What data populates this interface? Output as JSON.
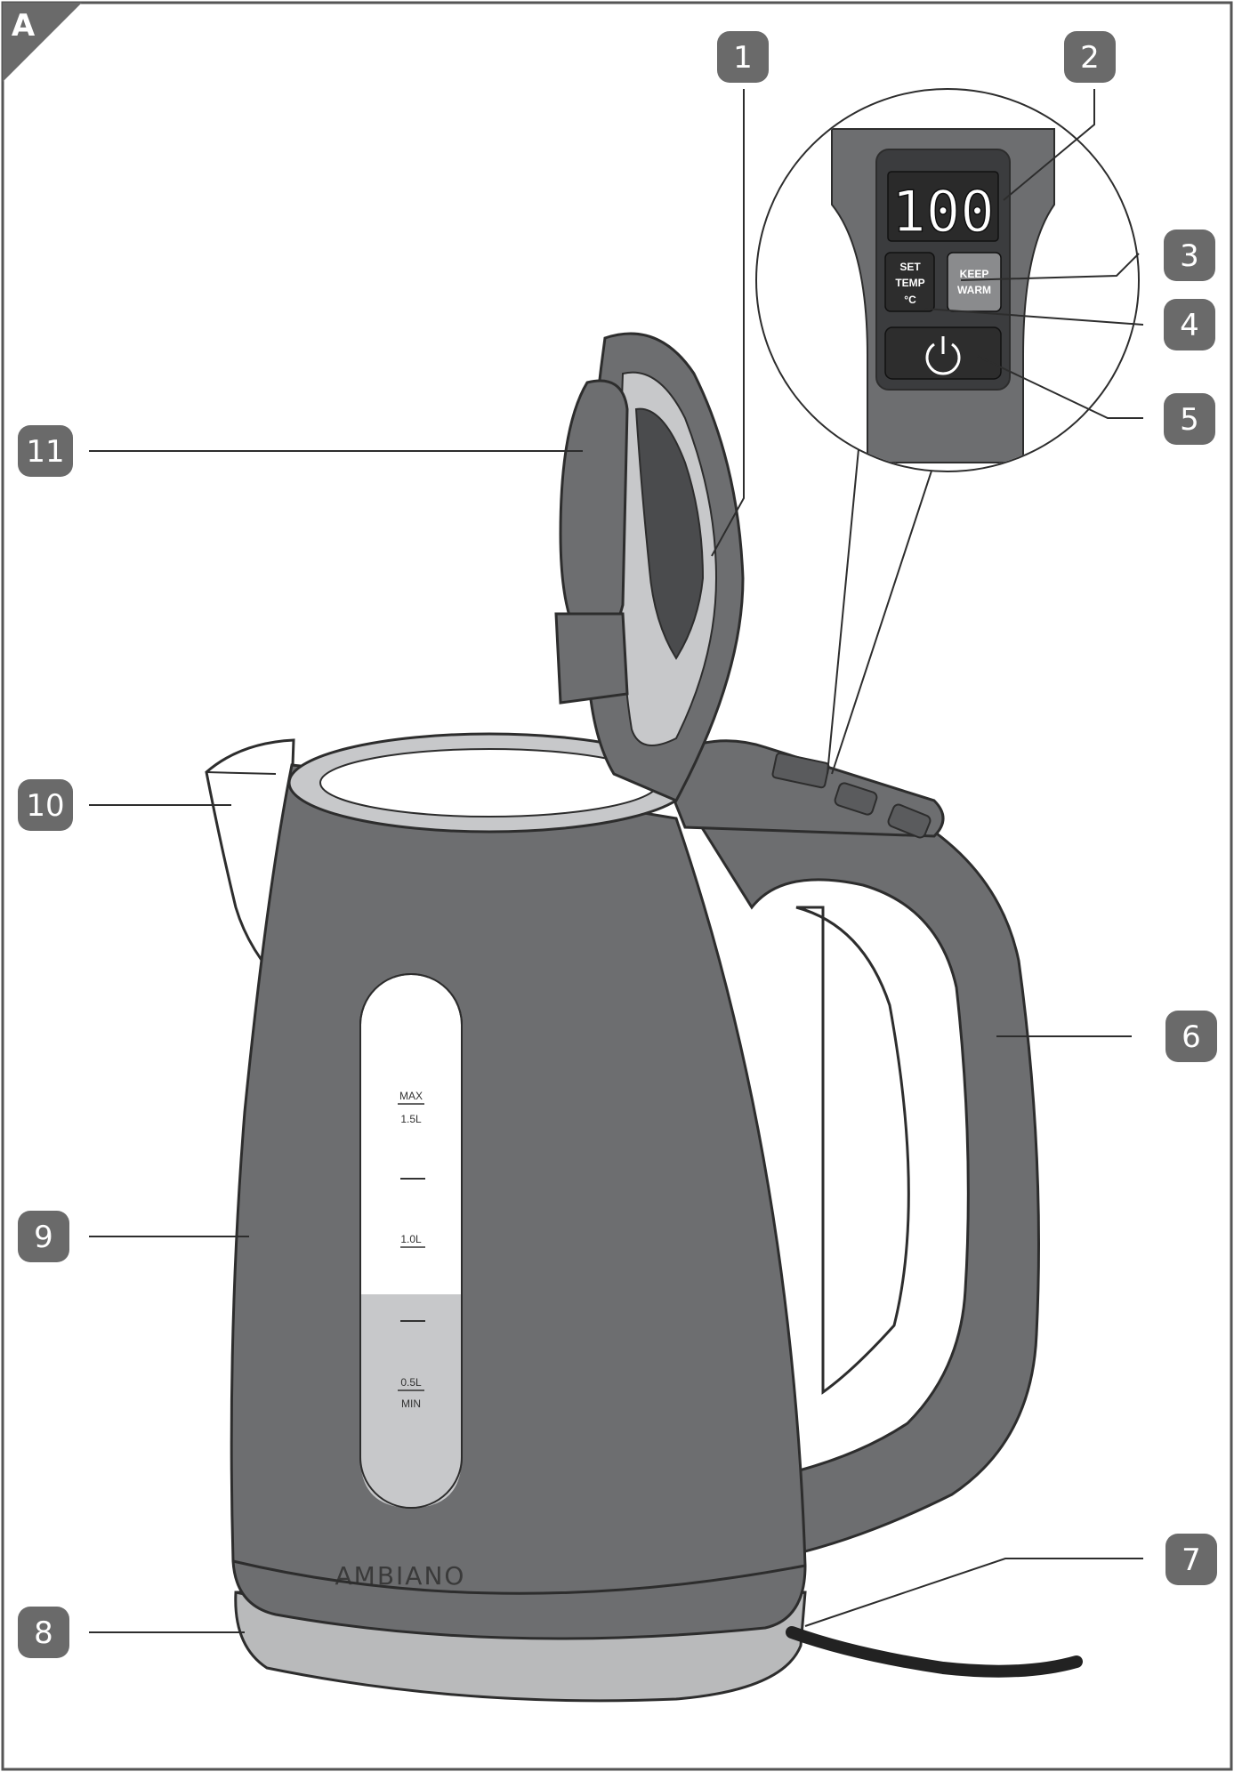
{
  "figure_letter": "A",
  "callouts": [
    "1",
    "2",
    "3",
    "4",
    "5",
    "6",
    "7",
    "8",
    "9",
    "10",
    "11"
  ],
  "display": {
    "value": "100"
  },
  "buttons": {
    "set_temp_line1": "SET",
    "set_temp_line2": "TEMP",
    "set_temp_line3": "°C",
    "keep_warm_line1": "KEEP",
    "keep_warm_line2": "WARM"
  },
  "water_window": {
    "max_label": "MAX",
    "max_volume": "1.5L",
    "mid_volume": "1.0L",
    "min_volume": "0.5L",
    "min_label": "MIN"
  },
  "brand": "AMBIANO",
  "colors": {
    "body": "#6d6e70",
    "body_dark": "#5a5b5d",
    "outline": "#2d2d2d",
    "light_grey": "#c7c8ca",
    "badge": "#6a6a6a"
  }
}
